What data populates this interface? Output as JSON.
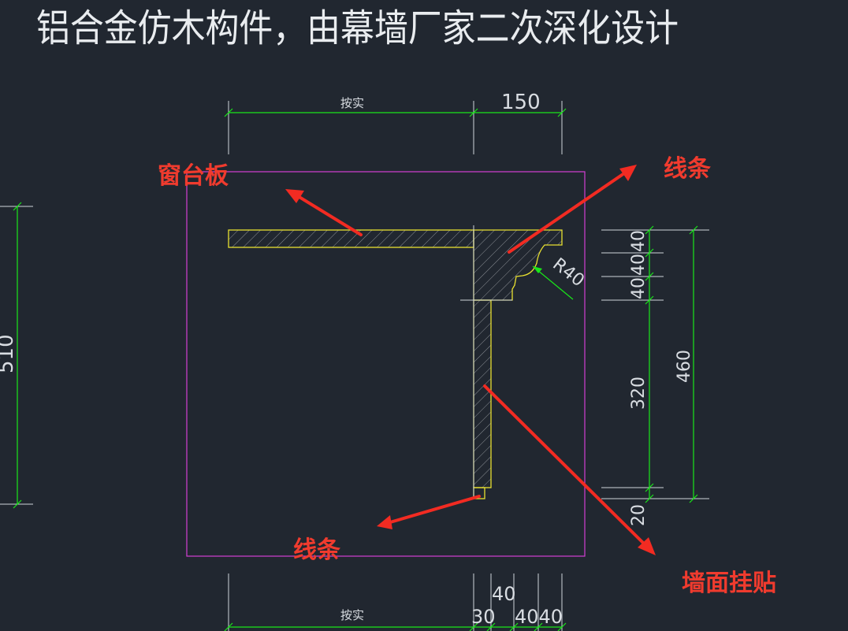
{
  "title": "铝合金仿木构件，由幕墙厂家二次深化设计",
  "labels": {
    "sill_board": "窗台板",
    "molding_top": "线条",
    "molding_bottom": "线条",
    "wall_cladding": "墙面挂贴"
  },
  "dims": {
    "top_left": "按实",
    "top_right": "150",
    "bottom_left": "按实",
    "bottom_40_upper": "40",
    "bottom_30": "30",
    "bottom_4040": "4040",
    "right_40a": "40",
    "right_40b": "40",
    "right_40c": "40",
    "right_320": "320",
    "right_20": "20",
    "right_460": "460",
    "left_510": "510",
    "radius": "R40"
  },
  "colors": {
    "background": "#212730",
    "dimension_lines": "#19e619",
    "outline": "#e8e030",
    "frame": "#d43fd4",
    "annotation": "#f03b2e"
  }
}
